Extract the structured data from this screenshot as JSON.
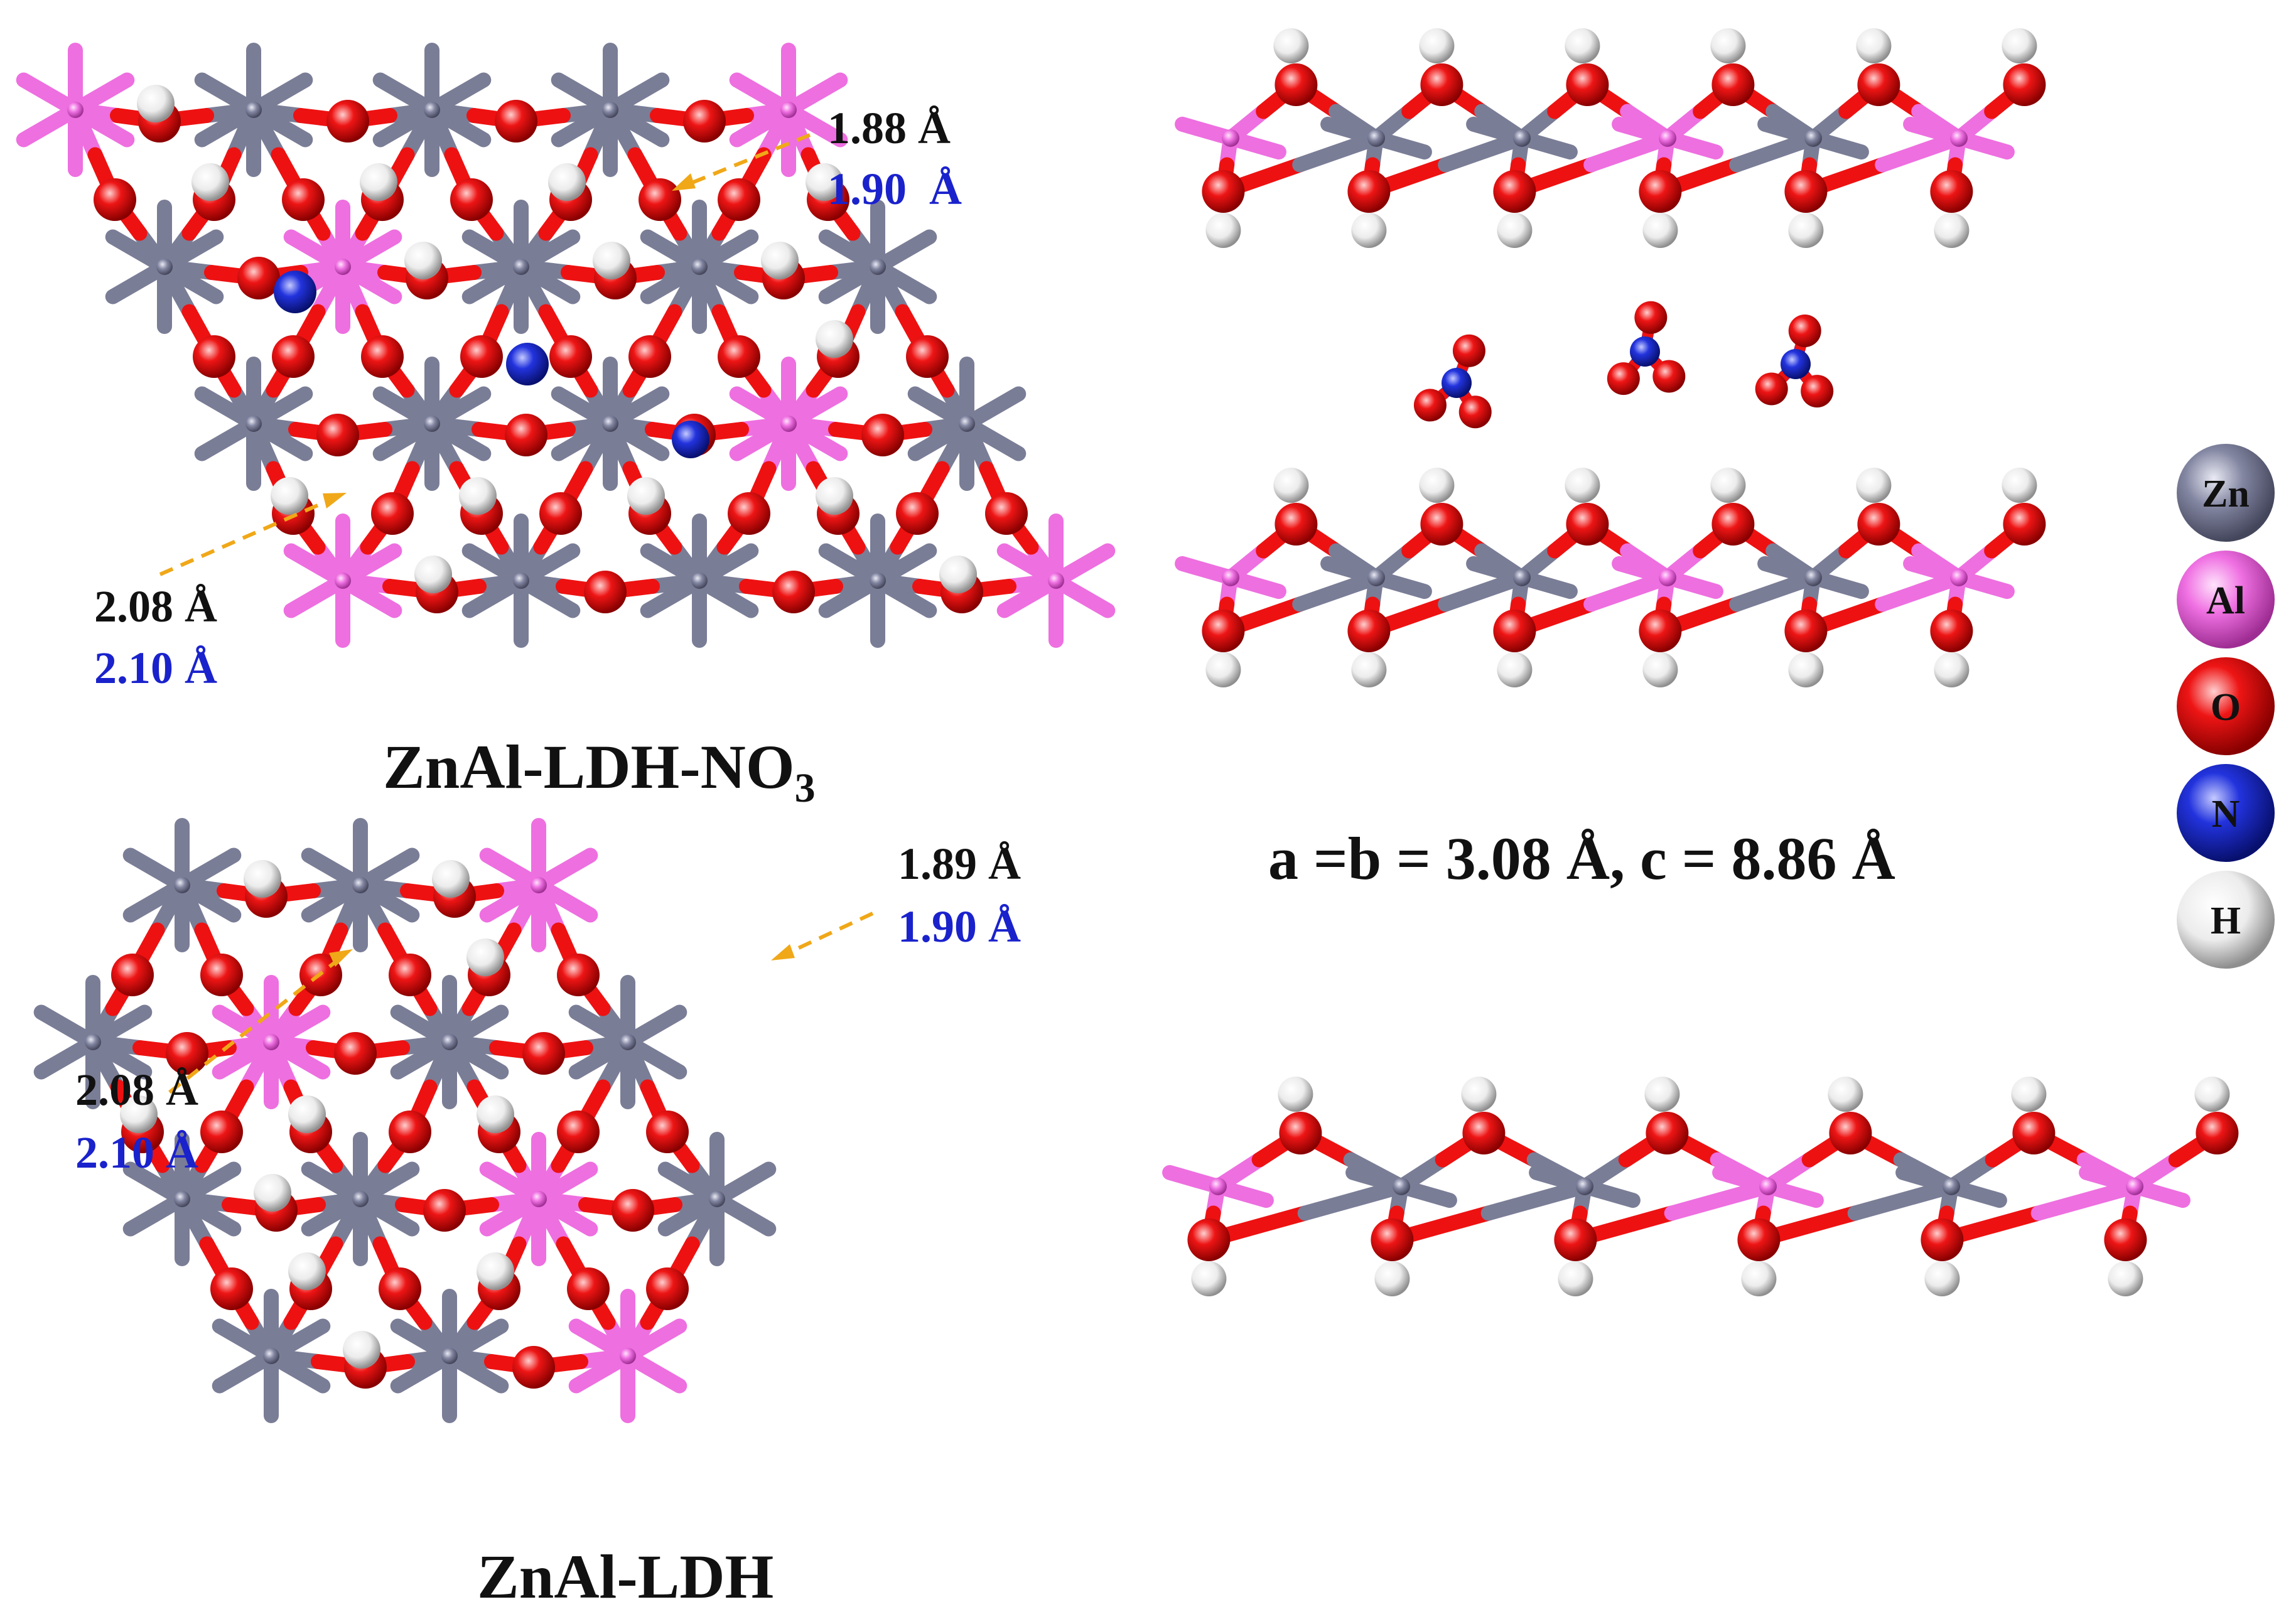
{
  "panels": {
    "top_left": {
      "title": "ZnAl-LDH-NO",
      "title_sub": "3"
    },
    "bottom_left": {
      "title": "ZnAl-LDH"
    }
  },
  "annotations": {
    "tl_upper": {
      "black": "1.88 Å",
      "blue": "1.90  Å"
    },
    "tl_lower": {
      "black": "2.08 Å",
      "blue": "2.10 Å"
    },
    "bl_upper": {
      "black": "1.89 Å",
      "blue": "1.90 Å"
    },
    "bl_lower": {
      "black": "2.08 Å",
      "blue": "2.10 Å"
    }
  },
  "lattice": {
    "text": "a =b = 3.08 Å, c = 8.86 Å"
  },
  "legend": [
    {
      "label": "Zn",
      "color": "#7a7d96"
    },
    {
      "label": "Al",
      "color": "#ee6fe0"
    },
    {
      "label": "O",
      "color": "#ee1111"
    },
    {
      "label": "N",
      "color": "#1f2fd6"
    },
    {
      "label": "H",
      "color": "#f4f4f4"
    }
  ],
  "colors": {
    "zn": "#7a7d96",
    "al": "#ee6fe0",
    "o": "#ee1111",
    "n": "#1f2fd6",
    "h": "#f4f4f4",
    "label_blue": "#1a22cc",
    "arrow": "#f0a818"
  }
}
